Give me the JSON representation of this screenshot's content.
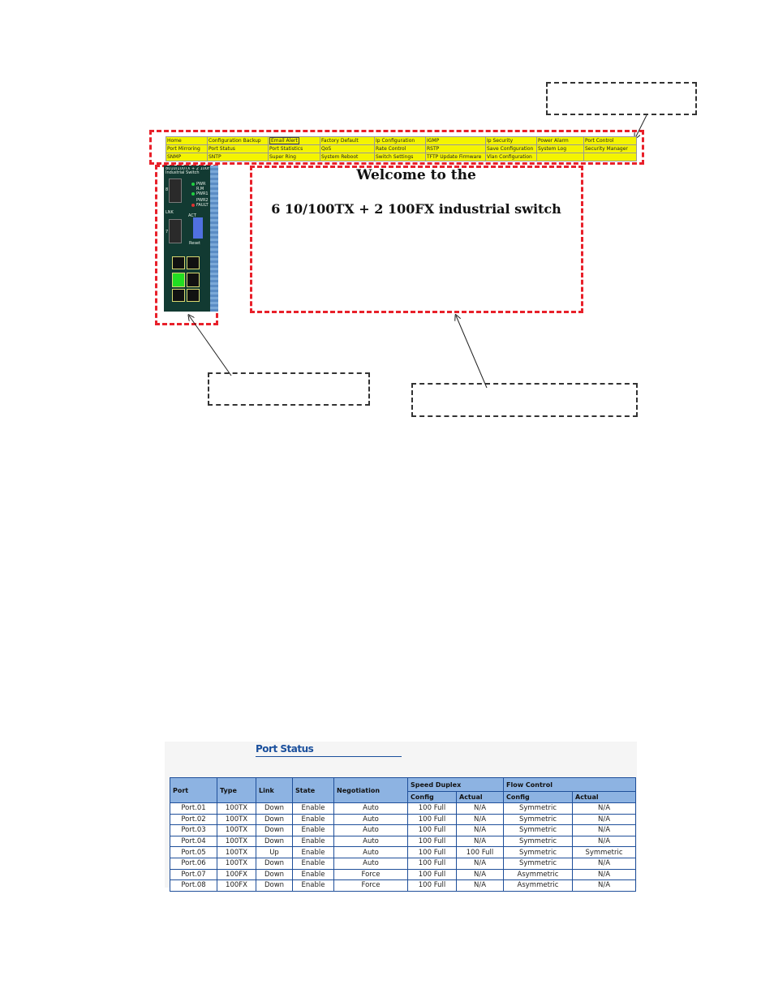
{
  "menu": {
    "rows": [
      [
        "Home",
        "Configuration Backup",
        "Email Alert",
        "Factory Default",
        "Ip Configuration",
        "IGMP",
        "Ip Security",
        "Power Alarm",
        "Port Control"
      ],
      [
        "Port Mirroring",
        "Port Status",
        "Port Statistics",
        "QoS",
        "Rate Control",
        "RSTP",
        "Save Configuration",
        "System Log",
        "Security Manager"
      ],
      [
        "SNMP",
        "SNTP",
        "Super Ring",
        "System Reboot",
        "Switch Settings",
        "TFTP Update Firmware",
        "Vlan Configuration",
        "",
        ""
      ]
    ]
  },
  "device": {
    "model": "8010/100TX + 2 100FX",
    "subtitle": "Industrial Switch",
    "led_labels": [
      "PWR",
      "R.M",
      "PWR1",
      "PWR2",
      "FAULT"
    ],
    "port_labels": [
      "8",
      "7"
    ],
    "link_labels": [
      "LNK",
      "ACT"
    ],
    "reset_label": "Reset"
  },
  "welcome": {
    "line1": "Welcome to the",
    "line2": "6 10/100TX + 2 100FX industrial switch"
  },
  "port_status": {
    "title": "Port Status",
    "headers": {
      "port": "Port",
      "type": "Type",
      "link": "Link",
      "state": "State",
      "negotiation": "Negotiation",
      "speed_duplex": "Speed Duplex",
      "flow_control": "Flow Control",
      "config": "Config",
      "actual": "Actual"
    },
    "rows": [
      [
        "Port.01",
        "100TX",
        "Down",
        "Enable",
        "Auto",
        "100 Full",
        "N/A",
        "Symmetric",
        "N/A"
      ],
      [
        "Port.02",
        "100TX",
        "Down",
        "Enable",
        "Auto",
        "100 Full",
        "N/A",
        "Symmetric",
        "N/A"
      ],
      [
        "Port.03",
        "100TX",
        "Down",
        "Enable",
        "Auto",
        "100 Full",
        "N/A",
        "Symmetric",
        "N/A"
      ],
      [
        "Port.04",
        "100TX",
        "Down",
        "Enable",
        "Auto",
        "100 Full",
        "N/A",
        "Symmetric",
        "N/A"
      ],
      [
        "Port.05",
        "100TX",
        "Up",
        "Enable",
        "Auto",
        "100 Full",
        "100 Full",
        "Symmetric",
        "Symmetric"
      ],
      [
        "Port.06",
        "100TX",
        "Down",
        "Enable",
        "Auto",
        "100 Full",
        "N/A",
        "Symmetric",
        "N/A"
      ],
      [
        "Port.07",
        "100FX",
        "Down",
        "Enable",
        "Force",
        "100 Full",
        "N/A",
        "Asymmetric",
        "N/A"
      ],
      [
        "Port.08",
        "100FX",
        "Down",
        "Enable",
        "Force",
        "100 Full",
        "N/A",
        "Asymmetric",
        "N/A"
      ]
    ]
  },
  "colors": {
    "annotation_red": "#e8202a",
    "menu_yellow": "#f4f400",
    "table_header": "#8db3e2",
    "title_blue": "#1a4f9c"
  }
}
